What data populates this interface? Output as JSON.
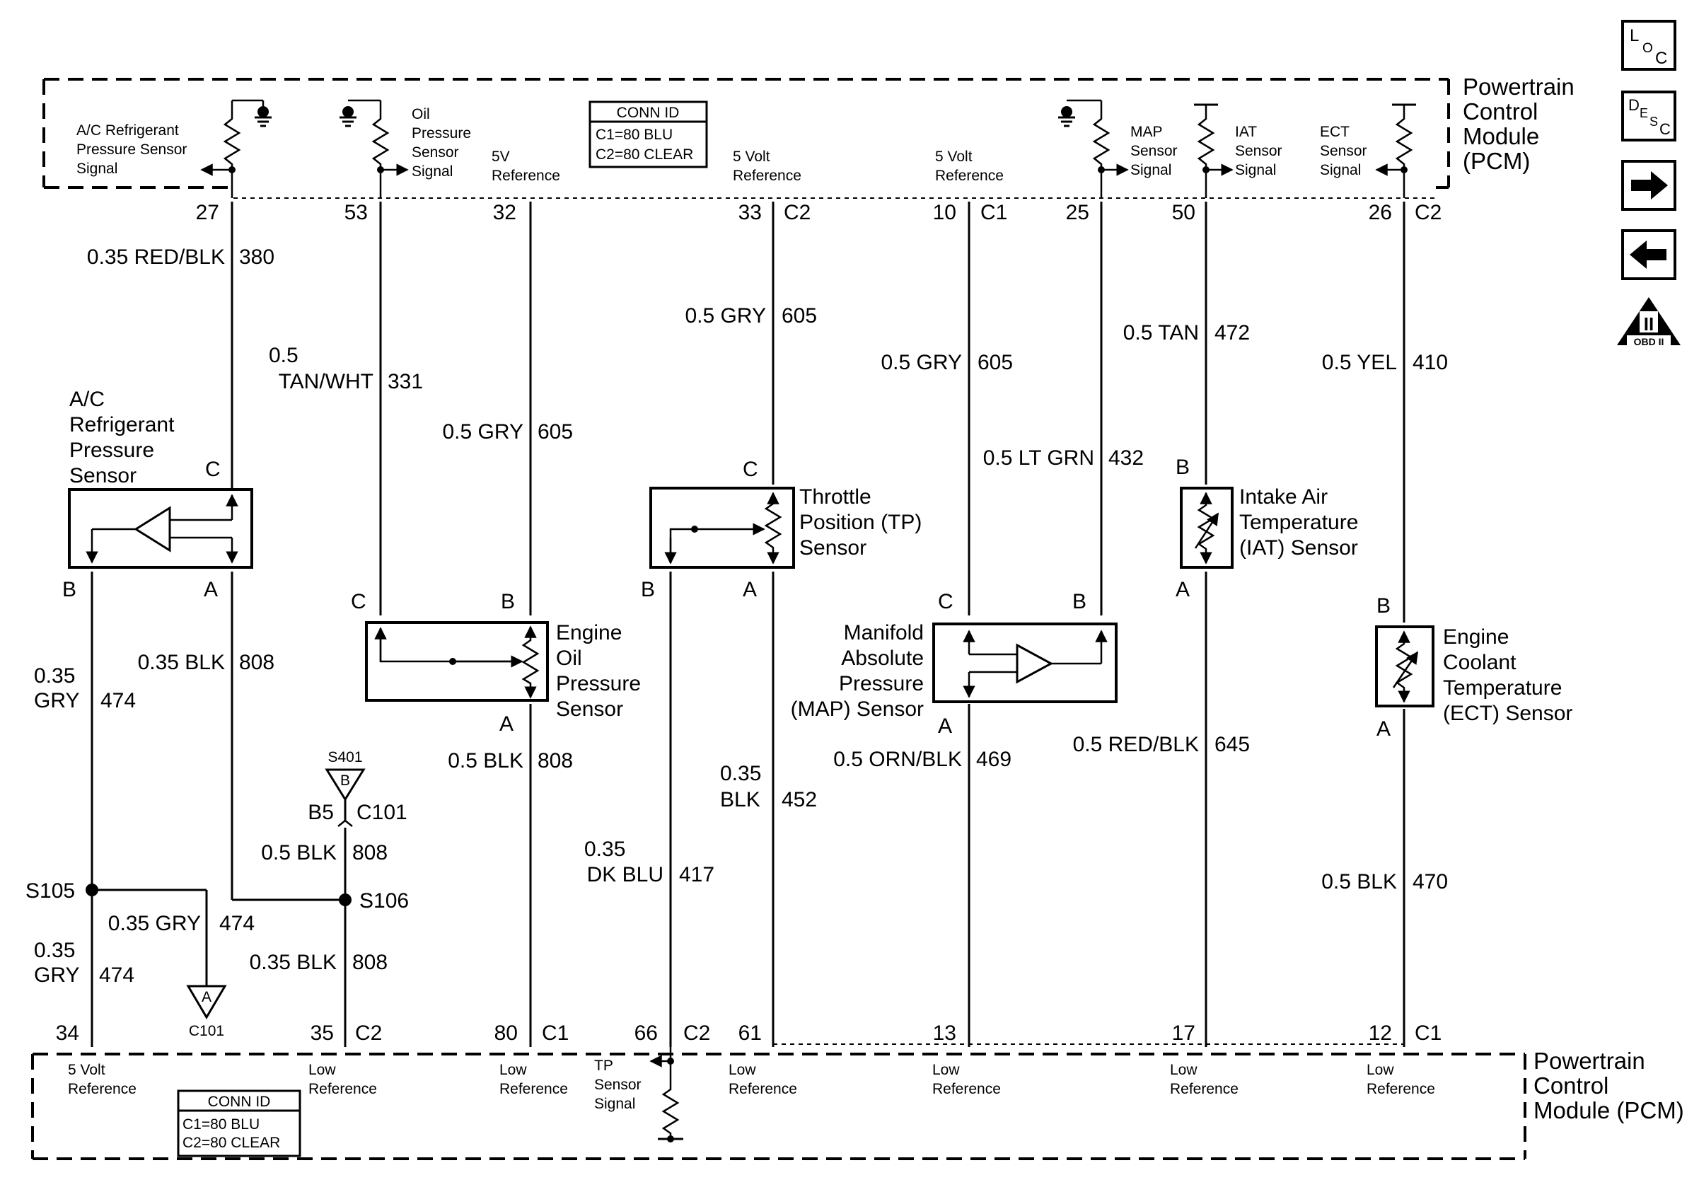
{
  "pcm": {
    "title_top": [
      "Powertrain",
      "Control",
      "Module",
      "(PCM)"
    ],
    "title_bottom": [
      "Powertrain",
      "Control",
      "Module (PCM)"
    ],
    "conn_id_top": [
      "CONN ID",
      "C1=80 BLU",
      "C2=80 CLEAR"
    ],
    "conn_id_bottom": [
      "CONN ID",
      "C1=80 BLU",
      "C2=80 CLEAR"
    ]
  },
  "top_labels": {
    "ac_signal": [
      "A/C Refrigerant",
      "Pressure Sensor",
      "Signal"
    ],
    "oil_signal": [
      "Oil",
      "Pressure",
      "Sensor",
      "Signal"
    ],
    "ref_5v": [
      "5V",
      "Reference"
    ],
    "ref_5volt_a": [
      "5 Volt",
      "Reference"
    ],
    "ref_5volt_b": [
      "5 Volt",
      "Reference"
    ],
    "map_signal": [
      "MAP",
      "Sensor",
      "Signal"
    ],
    "iat_signal": [
      "IAT",
      "Sensor",
      "Signal"
    ],
    "ect_signal": [
      "ECT",
      "Sensor",
      "Signal"
    ]
  },
  "bottom_labels": {
    "ref_5volt": [
      "5 Volt",
      "Reference"
    ],
    "low_ref_1": [
      "Low",
      "Reference"
    ],
    "low_ref_2": [
      "Low",
      "Reference"
    ],
    "tp_signal": [
      "TP",
      "Sensor",
      "Signal"
    ],
    "low_ref_3": [
      "Low",
      "Reference"
    ],
    "low_ref_4": [
      "Low",
      "Reference"
    ],
    "low_ref_5": [
      "Low",
      "Reference"
    ],
    "low_ref_6": [
      "Low",
      "Reference"
    ]
  },
  "top_pins": {
    "p27": "27",
    "p53": "53",
    "p32": "32",
    "p33": "33",
    "c33": "C2",
    "p10": "10",
    "c10": "C1",
    "p25": "25",
    "p50": "50",
    "p26": "26",
    "c26": "C2"
  },
  "bottom_pins": {
    "p34": "34",
    "p35": "35",
    "c35": "C2",
    "p80": "80",
    "c80": "C1",
    "p66": "66",
    "c66": "C2",
    "p61": "61",
    "p13": "13",
    "p17": "17",
    "p12": "12",
    "c12": "C1"
  },
  "wires": {
    "w380": {
      "color": "0.35 RED/BLK",
      "circuit": "380"
    },
    "w331": {
      "size": "0.5",
      "color": "TAN/WHT",
      "circuit": "331"
    },
    "w605a": {
      "color": "0.5 GRY",
      "circuit": "605"
    },
    "w605b": {
      "color": "0.5 GRY",
      "circuit": "605"
    },
    "w605c": {
      "color": "0.5 GRY",
      "circuit": "605"
    },
    "w432": {
      "color": "0.5 LT GRN",
      "circuit": "432"
    },
    "w472": {
      "color": "0.5 TAN",
      "circuit": "472"
    },
    "w410": {
      "color": "0.5 YEL",
      "circuit": "410"
    },
    "w474a": {
      "size": "0.35",
      "color": "GRY",
      "circuit": "474"
    },
    "w808a": {
      "color": "0.35 BLK",
      "circuit": "808"
    },
    "w808b": {
      "color": "0.5 BLK",
      "circuit": "808"
    },
    "w808c": {
      "color": "0.5 BLK",
      "circuit": "808"
    },
    "w474b": {
      "color": "0.35 GRY",
      "circuit": "474"
    },
    "w474c": {
      "size": "0.35",
      "color": "GRY",
      "circuit": "474"
    },
    "w808d": {
      "color": "0.35 BLK",
      "circuit": "808"
    },
    "w452": {
      "size": "0.35",
      "color": "BLK",
      "circuit": "452"
    },
    "w417": {
      "size": "0.35",
      "color": "DK BLU",
      "circuit": "417"
    },
    "w469": {
      "color": "0.5 ORN/BLK",
      "circuit": "469"
    },
    "w645": {
      "color": "0.5 RED/BLK",
      "circuit": "645"
    },
    "w470": {
      "color": "0.5 BLK",
      "circuit": "470"
    }
  },
  "components": {
    "ac_sensor": [
      "A/C",
      "Refrigerant",
      "Pressure",
      "Sensor"
    ],
    "oil_sensor": [
      "Engine",
      "Oil",
      "Pressure",
      "Sensor"
    ],
    "tp_sensor": [
      "Throttle",
      "Position (TP)",
      "Sensor"
    ],
    "map_sensor": [
      "Manifold",
      "Absolute",
      "Pressure",
      "(MAP) Sensor"
    ],
    "iat_sensor": [
      "Intake Air",
      "Temperature",
      "(IAT) Sensor"
    ],
    "ect_sensor": [
      "Engine",
      "Coolant",
      "Temperature",
      "(ECT) Sensor"
    ]
  },
  "terminals": {
    "ac_c": "C",
    "ac_b": "B",
    "ac_a": "A",
    "oil_c": "C",
    "oil_b": "B",
    "oil_a": "A",
    "tp_c": "C",
    "tp_b": "B",
    "tp_a": "A",
    "map_c": "C",
    "map_b": "B",
    "map_a": "A",
    "iat_b": "B",
    "iat_a": "A",
    "ect_b": "B",
    "ect_a": "A"
  },
  "splices": {
    "s105": "S105",
    "s106": "S106",
    "s401": "S401",
    "s401_letter": "B",
    "b5": "B5",
    "c101_top": "C101",
    "c101_ground_letter": "A",
    "c101_ground": "C101"
  },
  "nav_icons": {
    "loc": {
      "big1": "L",
      "small": "O",
      "big2": "C"
    },
    "desc": {
      "big1": "D",
      "small1": "E",
      "small2": "S",
      "big2": "C"
    },
    "obd": {
      "numeral": "II",
      "label": "OBD II"
    }
  }
}
